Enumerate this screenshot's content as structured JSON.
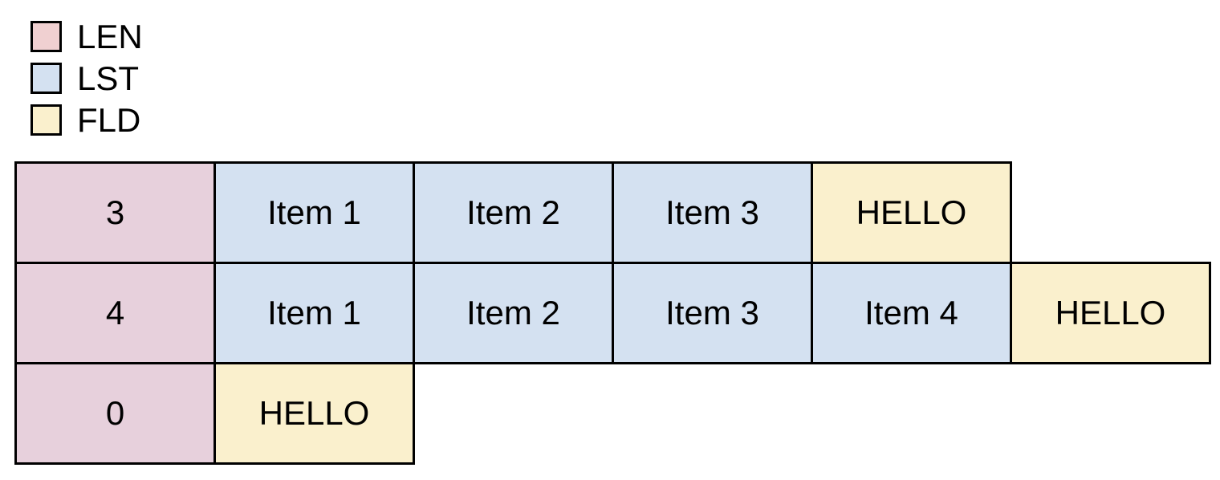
{
  "colors": {
    "background": "#ffffff",
    "border": "#000000",
    "text": "#000000",
    "len_cell": "#e7d0dc",
    "lst_cell": "#d4e1f1",
    "fld_cell": "#faf0cd"
  },
  "legend": {
    "items": [
      {
        "id": "len",
        "label": "LEN",
        "swatch_color": "#f0d0d1"
      },
      {
        "id": "lst",
        "label": "LST",
        "swatch_color": "#d4e1f1"
      },
      {
        "id": "fld",
        "label": "FLD",
        "swatch_color": "#faf0cd"
      }
    ]
  },
  "diagram": {
    "rows": [
      {
        "cells": [
          {
            "text": "3",
            "type": "len"
          },
          {
            "text": "Item 1",
            "type": "lst"
          },
          {
            "text": "Item 2",
            "type": "lst"
          },
          {
            "text": "Item 3",
            "type": "lst"
          },
          {
            "text": "HELLO",
            "type": "fld"
          }
        ]
      },
      {
        "cells": [
          {
            "text": "4",
            "type": "len"
          },
          {
            "text": "Item 1",
            "type": "lst"
          },
          {
            "text": "Item 2",
            "type": "lst"
          },
          {
            "text": "Item 3",
            "type": "lst"
          },
          {
            "text": "Item 4",
            "type": "lst"
          },
          {
            "text": "HELLO",
            "type": "fld"
          }
        ]
      },
      {
        "cells": [
          {
            "text": "0",
            "type": "len"
          },
          {
            "text": "HELLO",
            "type": "fld"
          }
        ]
      }
    ]
  }
}
